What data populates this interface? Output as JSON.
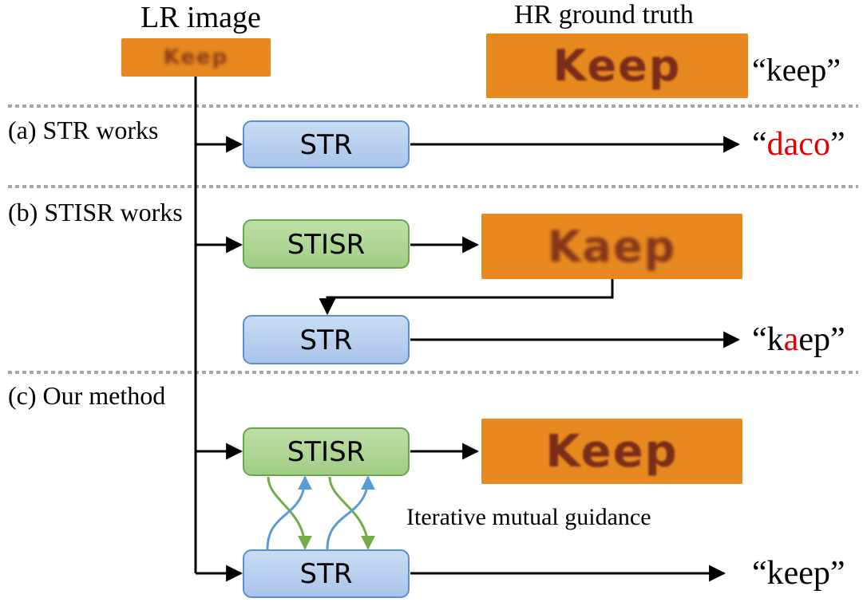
{
  "headers": {
    "lr_image": "LR image",
    "hr_ground_truth": "HR ground truth",
    "hr_label": "“keep”"
  },
  "patches": {
    "lr": "Keep",
    "hr": "Keep",
    "stisr_b": "Kaep",
    "stisr_c": "Keep"
  },
  "sections": {
    "a": "(a) STR works",
    "b": "(b) STISR works",
    "c": "(c) Our method"
  },
  "boxes": {
    "str": "STR",
    "stisr": "STISR"
  },
  "outputs": {
    "a_open": "“",
    "a_word": "daco",
    "a_close": "”",
    "b_open": "“k",
    "b_red": "a",
    "b_close": "ep”",
    "c": "“keep”"
  },
  "annotation": "Iterative mutual guidance",
  "colors": {
    "str_fill": "#b8cfee",
    "str_stroke": "#5b8fd0",
    "stisr_fill": "#a9d38f",
    "stisr_stroke": "#6aa84f",
    "patch_bg": "#e8891f",
    "highlight_red": "#e00000",
    "arrow_blue": "#5b9bd5",
    "arrow_green": "#70ad47"
  }
}
